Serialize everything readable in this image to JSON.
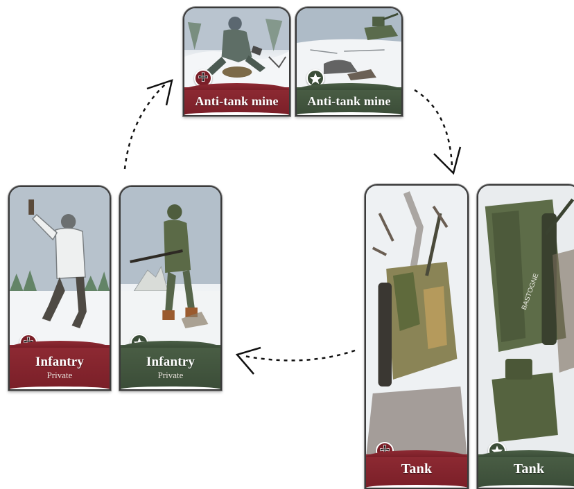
{
  "cards": {
    "mine_german": {
      "title": "Anti-tank mine",
      "faction": "german",
      "band_color": "#7a1f28",
      "emblem": "iron-cross-icon"
    },
    "mine_us": {
      "title": "Anti-tank mine",
      "faction": "us",
      "band_color": "#3b4d38",
      "emblem": "star-icon"
    },
    "infantry_german": {
      "title": "Infantry",
      "subtitle": "Private",
      "faction": "german",
      "band_color": "#7a1f28",
      "emblem": "iron-cross-icon"
    },
    "infantry_us": {
      "title": "Infantry",
      "subtitle": "Private",
      "faction": "us",
      "band_color": "#3b4d38",
      "emblem": "star-icon"
    },
    "tank_german": {
      "title": "Tank",
      "faction": "german",
      "band_color": "#7a1f28",
      "emblem": "iron-cross-icon"
    },
    "tank_us": {
      "title": "Tank",
      "faction": "us",
      "band_color": "#3b4d38",
      "emblem": "star-icon"
    }
  },
  "cycle": [
    "Anti-tank mine",
    "Tank",
    "Infantry"
  ],
  "tank_markings": "BASTOGNE"
}
